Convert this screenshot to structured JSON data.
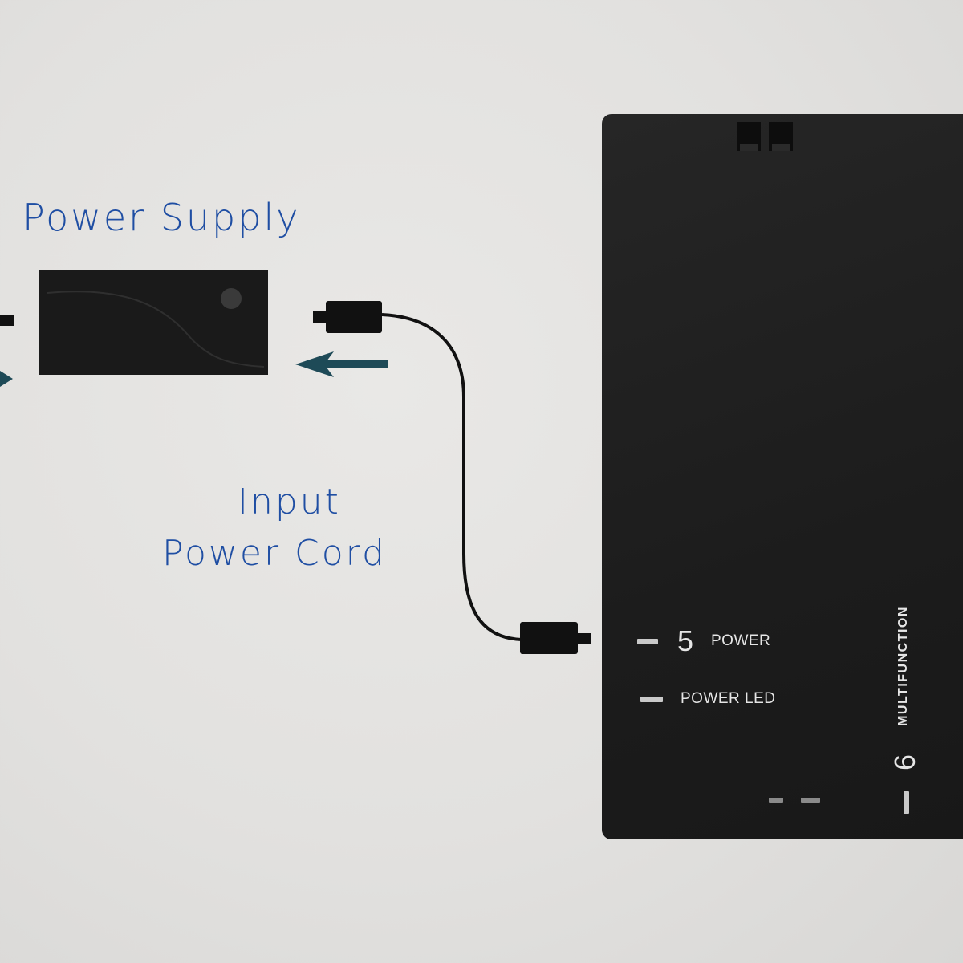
{
  "power_supply": {
    "title": "Power Supply"
  },
  "input_cord": {
    "line1": "Input",
    "line2": "Power Cord"
  },
  "device": {
    "power_number": "5",
    "power_label": "POWER",
    "power_led_label": "POWER LED",
    "multifunction_label": "MULTIFUNCTION",
    "multifunction_number": "6"
  },
  "colors": {
    "label_text": "#1f4ea3",
    "arrow": "#1e4a57",
    "device_body": "#1f1f1f",
    "connector": "#111111",
    "background": "#e4e3e1"
  }
}
